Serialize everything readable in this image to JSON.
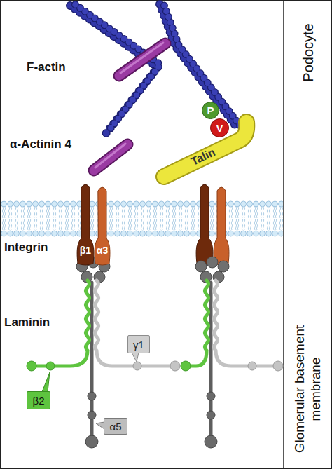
{
  "diagram": {
    "nodes": [
      {
        "text": [
          "P"
        ]
      },
      {
        "text": [
          "V"
        ]
      },
      {
        "text": [
          "Talin"
        ]
      },
      {
        "text": [
          "β1"
        ]
      },
      {
        "text": [
          "α3"
        ]
      },
      {
        "text": [
          "γ1"
        ]
      },
      {
        "text": [
          "β2"
        ]
      },
      {
        "text": [
          "α5"
        ]
      }
    ],
    "labels": [
      "F-actin",
      "α-Actinin 4",
      "Integrin",
      "Laminin",
      "Podocyte",
      "Glomerular basement membrane"
    ]
  }
}
